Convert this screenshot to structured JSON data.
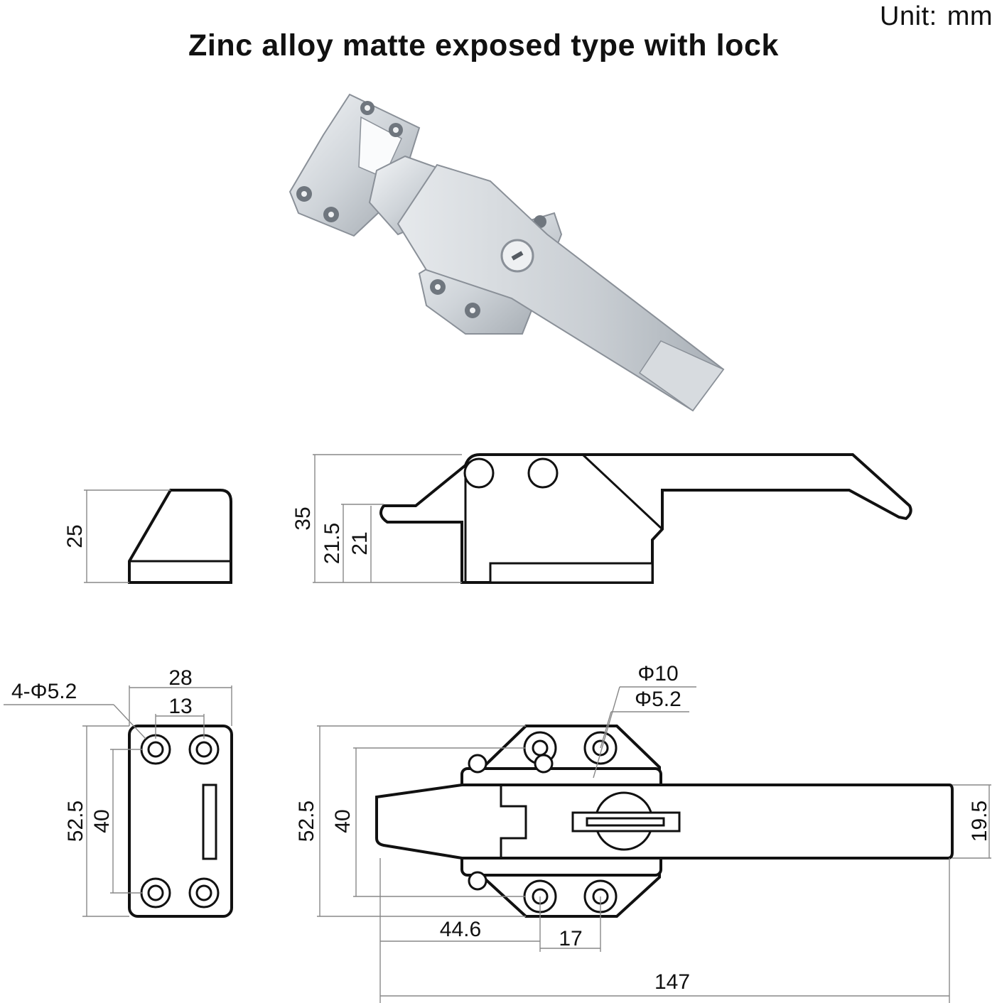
{
  "header": {
    "unit_label": "Unit:",
    "unit_value": "mm",
    "title": "Zinc alloy matte exposed type with lock"
  },
  "dimensions": {
    "side_small_height": "25",
    "side_total_height": "35",
    "side_mid_height_a": "21.5",
    "side_mid_height_b": "21",
    "plate_width": "28",
    "plate_hole_pitch_x": "13",
    "plate_holes": "4-Φ5.2",
    "plate_height": "52.5",
    "plate_hole_pitch_y": "40",
    "main_height": "52.5",
    "main_hole_pitch_y": "40",
    "handle_width": "19.5",
    "boss_diameter": "Φ10",
    "hole_diameter": "Φ5.2",
    "offset_to_holes": "44.6",
    "hole_spacing": "17",
    "overall_length": "147"
  },
  "colors": {
    "line": "#111111",
    "dim_line": "#888888",
    "metal_light": "#e9ecef",
    "metal_mid": "#c4c9cf",
    "metal_dark": "#8c939b"
  }
}
